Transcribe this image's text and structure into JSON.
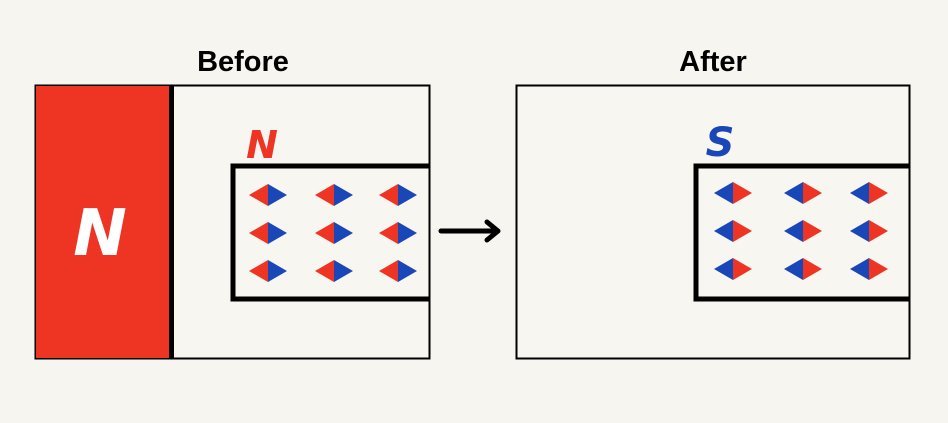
{
  "before": {
    "title": "Before",
    "magnet_label": "N",
    "bar_pole_label": "N",
    "dipole_orientation": "red-left-blue-right",
    "dipole_rows": 3,
    "dipole_cols": 3
  },
  "after": {
    "title": "After",
    "bar_pole_label": "S",
    "dipole_orientation": "blue-left-red-right",
    "dipole_rows": 3,
    "dipole_cols": 3
  },
  "colors": {
    "red": "#ee3524",
    "blue": "#1a47b8",
    "background": "#f7f5f0",
    "line": "#000000"
  }
}
